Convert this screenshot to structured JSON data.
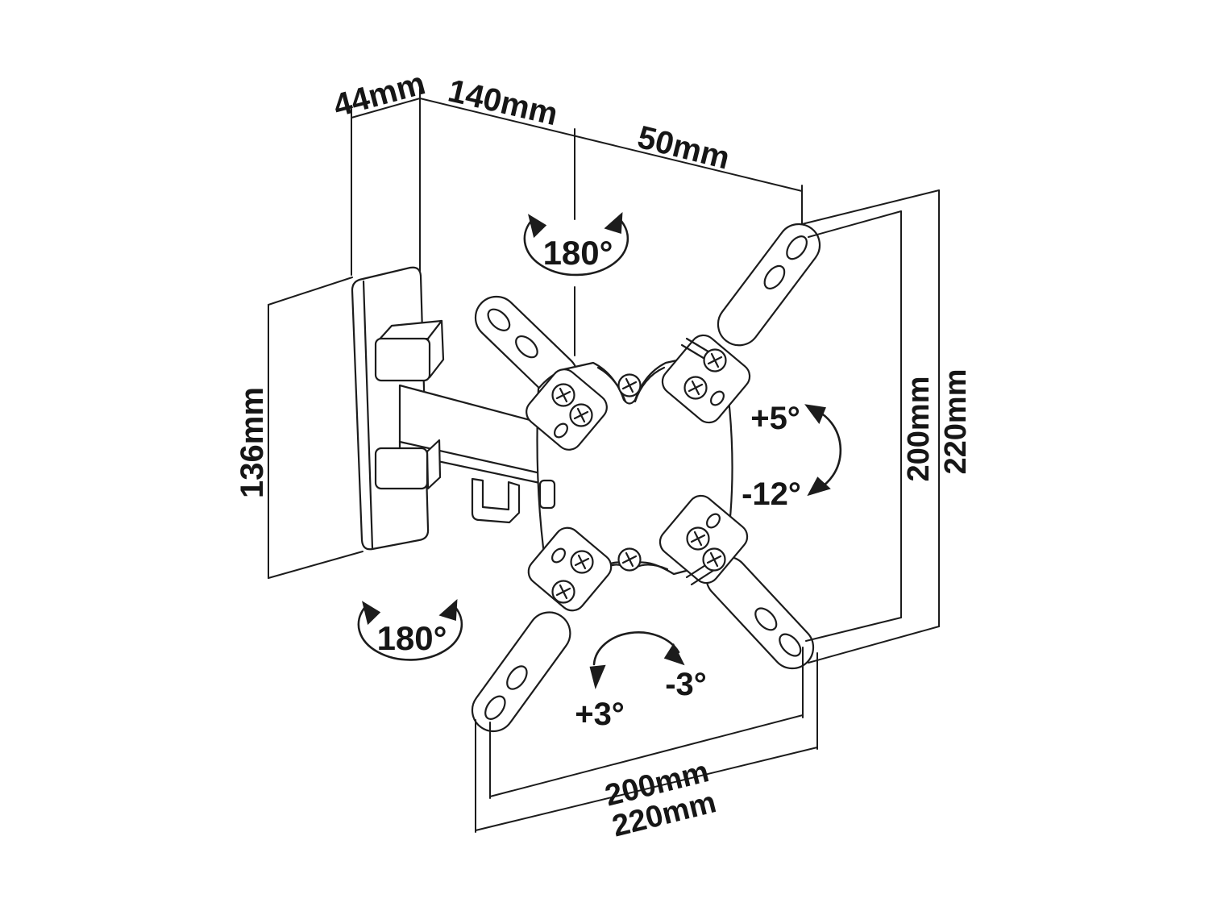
{
  "diagram": {
    "title": "TV wall-mount bracket dimensional line drawing",
    "labels": {
      "dim_44": "44mm",
      "dim_140": "140mm",
      "dim_50": "50mm",
      "dim_136": "136mm",
      "swivel_top": "180°",
      "swivel_arm": "180°",
      "tilt_up": "+5°",
      "tilt_down": "-12°",
      "rotate_cw": "+3°",
      "rotate_ccw": "-3°",
      "right_inner": "200mm",
      "right_outer": "220mm",
      "bottom_inner": "200mm",
      "bottom_outer": "220mm"
    },
    "colors": {
      "background": "#ffffff",
      "line": "#1c1c1c"
    }
  }
}
